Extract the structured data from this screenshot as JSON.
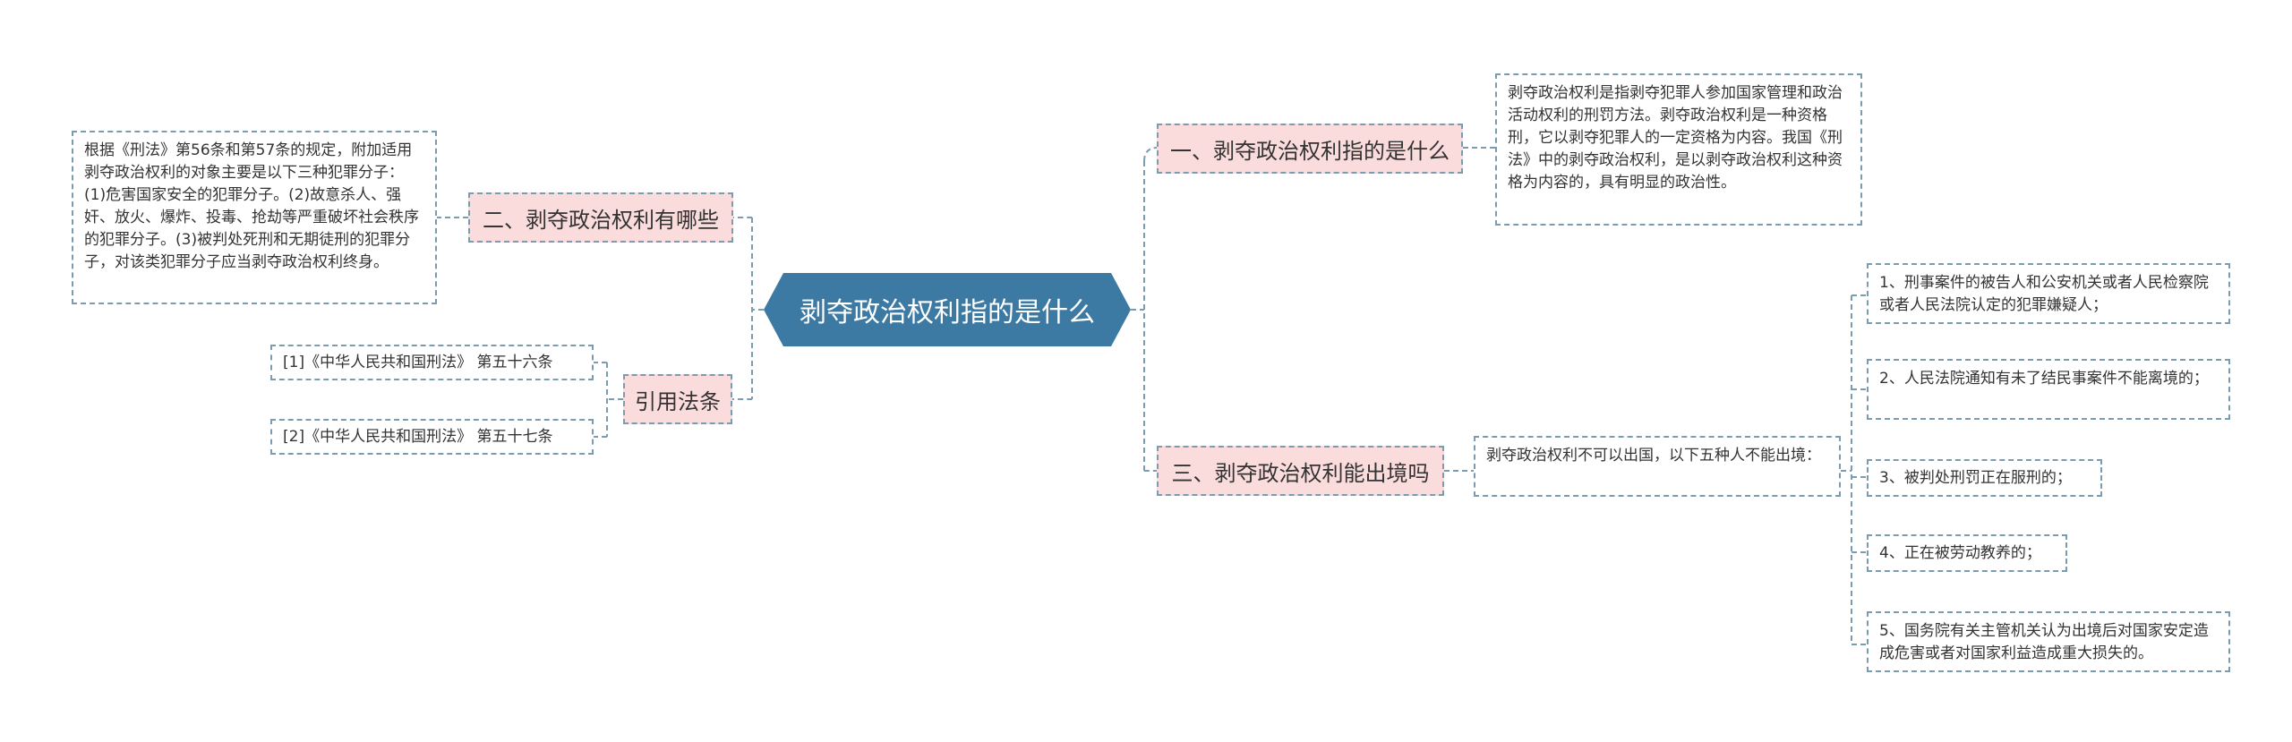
{
  "central": {
    "title": "剥夺政治权利指的是什么"
  },
  "branches": {
    "b1": {
      "label": "一、剥夺政治权利指的是什么",
      "text": "剥夺政治权利是指剥夺犯罪人参加国家管理和政治活动权利的刑罚方法。剥夺政治权利是一种资格刑，它以剥夺犯罪人的一定资格为内容。我国《刑法》中的剥夺政治权利，是以剥夺政治权利这种资格为内容的，具有明显的政治性。"
    },
    "b2": {
      "label": "二、剥夺政治权利有哪些",
      "text": "根据《刑法》第56条和第57条的规定，附加适用剥夺政治权利的对象主要是以下三种犯罪分子：(1)危害国家安全的犯罪分子。(2)故意杀人、强奸、放火、爆炸、投毒、抢劫等严重破坏社会秩序的犯罪分子。(3)被判处死刑和无期徒刑的犯罪分子，对该类犯罪分子应当剥夺政治权利终身。"
    },
    "b3": {
      "label": "三、剥夺政治权利能出境吗",
      "intro": "剥夺政治权利不可以出国，以下五种人不能出境：",
      "items": [
        "1、刑事案件的被告人和公安机关或者人民检察院或者人民法院认定的犯罪嫌疑人；",
        "2、人民法院通知有未了结民事案件不能离境的；",
        "3、被判处刑罚正在服刑的；",
        "4、正在被劳动教养的；",
        "5、国务院有关主管机关认为出境后对国家安定造成危害或者对国家利益造成重大损失的。"
      ]
    },
    "b4": {
      "label": "引用法条",
      "items": [
        "[1]《中华人民共和国刑法》 第五十六条",
        "[2]《中华人民共和国刑法》 第五十七条"
      ]
    }
  },
  "colors": {
    "central_fill": "#3d7aa3",
    "branch_fill": "#fbdcdc",
    "line": "#7a9bb0"
  }
}
